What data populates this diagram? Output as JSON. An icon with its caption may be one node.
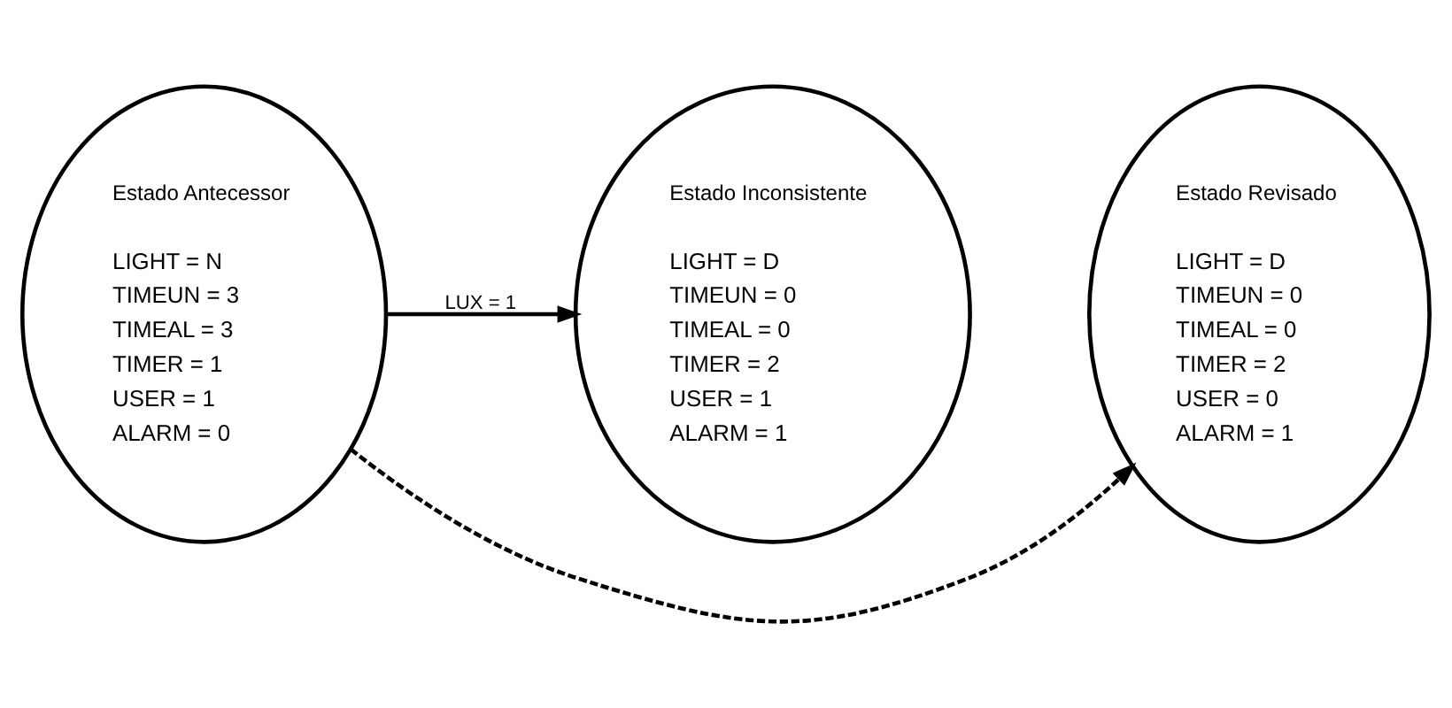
{
  "diagram": {
    "nodes": [
      {
        "text": [
          "Estado Antecessor",
          "LIGHT = N",
          "TIMEUN = 3",
          "TIMEAL = 3",
          "TIMER = 1",
          "USER = 1",
          "ALARM = 0"
        ]
      },
      {
        "text": [
          "Estado Inconsistente",
          "LIGHT = D",
          "TIMEUN = 0",
          "TIMEAL = 0",
          "TIMER = 2",
          "USER = 1",
          "ALARM = 1"
        ]
      },
      {
        "text": [
          "Estado Revisado",
          "LIGHT = D",
          "TIMEUN = 0",
          "TIMEAL = 0",
          "TIMER = 2",
          "USER = 0",
          "ALARM = 1"
        ]
      }
    ],
    "edges": [
      {
        "from": 0,
        "to": 1,
        "arrow": "to",
        "label": "LUX = 1"
      },
      {
        "from": 0,
        "to": 2,
        "arrow": "to",
        "style": "dashed"
      }
    ]
  }
}
